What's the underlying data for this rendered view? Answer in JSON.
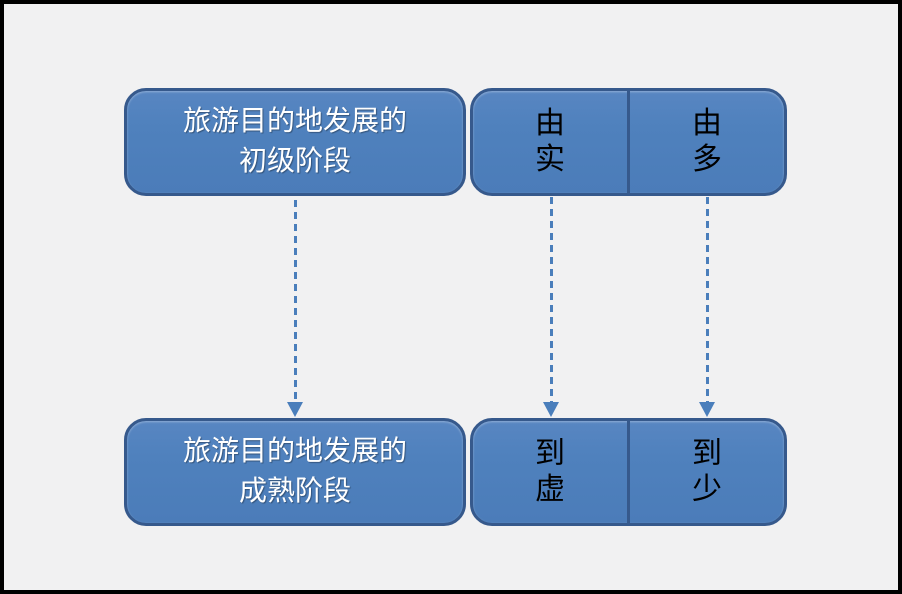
{
  "diagram": {
    "stage_boxes": [
      {
        "id": "primary-stage",
        "text": "旅游目的地发展的\n初级阶段"
      },
      {
        "id": "mature-stage",
        "text": "旅游目的地发展的\n成熟阶段"
      }
    ],
    "attribute_boxes": [
      {
        "id": "from-attributes",
        "cells": [
          "由\n实",
          "由\n多"
        ]
      },
      {
        "id": "to-attributes",
        "cells": [
          "到\n虚",
          "到\n少"
        ]
      }
    ],
    "arrows": [
      {
        "from": "primary-stage",
        "to": "mature-stage",
        "style": "dashed"
      },
      {
        "from": "由实",
        "to": "到虚",
        "style": "dashed"
      },
      {
        "from": "由多",
        "to": "到少",
        "style": "dashed"
      }
    ],
    "colors": {
      "box_fill": "#4f81bd",
      "box_border": "#36598c",
      "arrow": "#4a7ebb",
      "background": "#f1f1f2",
      "frame": "#000000",
      "stage_text": "#ffffff",
      "cell_text": "#000000"
    }
  }
}
